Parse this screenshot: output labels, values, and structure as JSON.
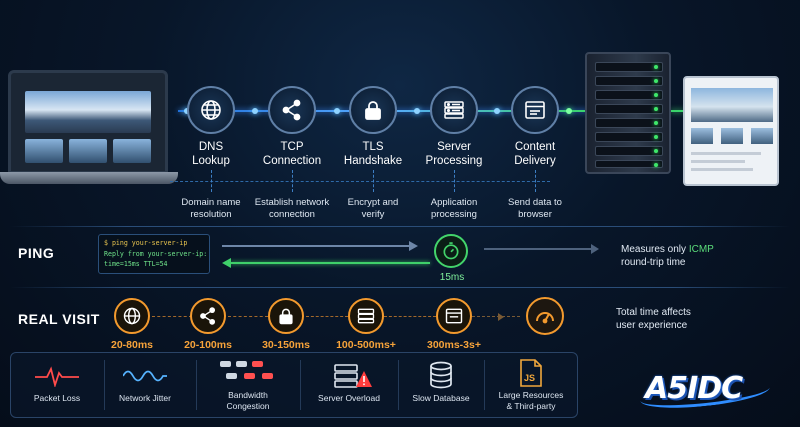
{
  "steps": [
    {
      "title": "DNS\nLookup",
      "desc": "Domain name\nresolution",
      "icon": "globe-icon"
    },
    {
      "title": "TCP\nConnection",
      "desc": "Establish network\nconnection",
      "icon": "share-icon"
    },
    {
      "title": "TLS\nHandshake",
      "desc": "Encrypt and\nverify",
      "icon": "lock-icon"
    },
    {
      "title": "Server\nProcessing",
      "desc": "Application\nprocessing",
      "icon": "server-icon"
    },
    {
      "title": "Content\nDelivery",
      "desc": "Send data to\nbrowser",
      "icon": "browser-window-icon"
    }
  ],
  "ping": {
    "label": "PING",
    "terminal": [
      "$ ping your-server-ip",
      "Reply from your-server-ip:",
      "time=15ms TTL=54"
    ],
    "time": "15ms",
    "note_prefix": "Measures only ",
    "note_highlight": "ICMP",
    "note_suffix": "round-trip time",
    "outbound_color": "#6d86a8",
    "return_color": "#3fd06a"
  },
  "real_visit": {
    "label": "REAL VISIT",
    "timings": [
      {
        "value": "20-80ms",
        "icon": "globe-icon"
      },
      {
        "value": "20-100ms",
        "icon": "share-icon"
      },
      {
        "value": "30-150ms",
        "icon": "lock-icon"
      },
      {
        "value": "100-500ms+",
        "icon": "server-icon"
      },
      {
        "value": "300ms-3s+",
        "icon": "browser-window-icon"
      }
    ],
    "note": "Total time affects\nuser experience",
    "accent_color": "#f39a2e"
  },
  "issues": [
    {
      "label": "Packet Loss",
      "icon": "pulse-icon"
    },
    {
      "label": "Network Jitter",
      "icon": "wave-icon"
    },
    {
      "label": "Bandwidth\nCongestion",
      "icon": "cars-icon"
    },
    {
      "label": "Server Overload",
      "icon": "server-warning-icon"
    },
    {
      "label": "Slow Database",
      "icon": "database-icon"
    },
    {
      "label": "Large Resources\n& Third-party",
      "icon": "js-file-icon"
    }
  ],
  "logo": "A5IDC",
  "colors": {
    "accent_blue": "#3b8cff",
    "accent_green": "#3ad36b",
    "accent_orange": "#f39a2e"
  }
}
